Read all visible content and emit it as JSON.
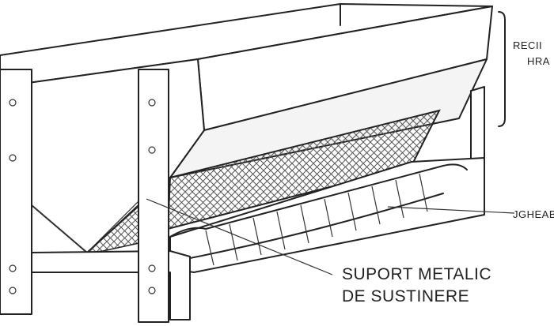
{
  "labels": {
    "hopper_label_line1": "RECII",
    "hopper_label_line2": "HRA",
    "trough_label": "JGHEAB",
    "support_label_line1": "SUPORT METALIC",
    "support_label_line2": "DE SUSTINERE"
  },
  "colors": {
    "ink": "#222222",
    "mesh": "#555555",
    "paper": "#ffffff"
  }
}
